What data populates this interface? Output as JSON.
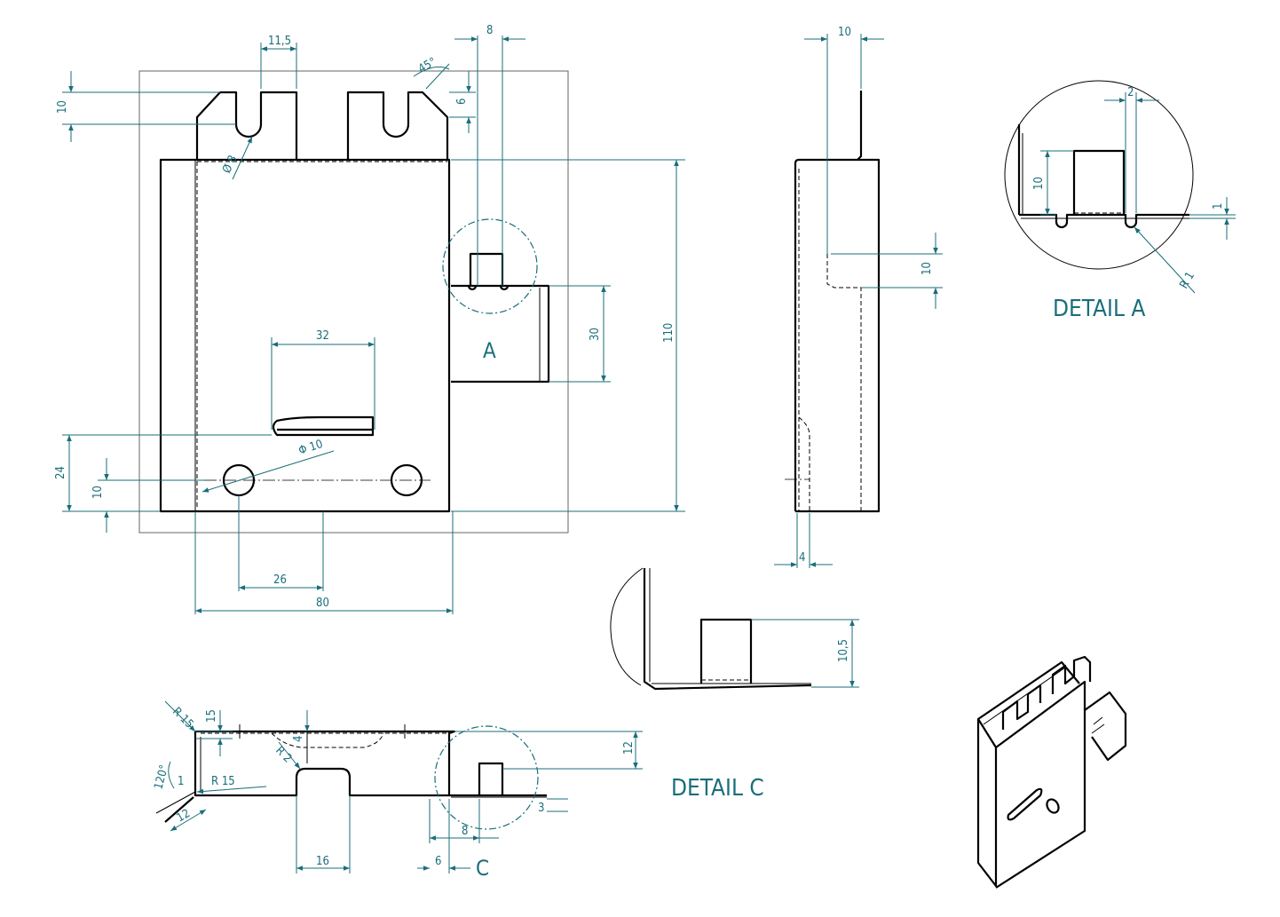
{
  "dimensions": {
    "top_width_slot": "11,5",
    "slot_pitch": "8",
    "chamfer_angle": "45°",
    "tab_height": "10",
    "chamfer_size": "6",
    "slot_diameter": "Ø 8",
    "overall_height": "110",
    "tab_length": "30",
    "slot_length": "32",
    "hole_diameter": "Φ 10",
    "hole_offset_24": "24",
    "hole_offset_10": "10",
    "hole_spacing": "26",
    "overall_width": "80",
    "side_width": "10",
    "side_step": "10",
    "side_thickness": "4",
    "detail_a_gap": "2",
    "detail_a_height": "10",
    "detail_a_thickness": "1",
    "detail_a_radius": "R 1",
    "section_height": "10,5",
    "bottom_r15": "R 15",
    "bottom_15": "15",
    "bottom_r2": "R 2",
    "bottom_4": "4",
    "bottom_12": "12",
    "bottom_angle": "120°",
    "bottom_1": "1",
    "bottom_r15b": "R 15",
    "bottom_12b": "12",
    "bottom_16": "16",
    "bottom_6": "6",
    "bottom_8": "8",
    "bottom_3": "3"
  },
  "labels": {
    "detail_a_marker": "A",
    "detail_a_title": "DETAIL A",
    "detail_c_title": "DETAIL C",
    "section_c_marker": "C"
  },
  "colors": {
    "dimension": "#1a6e7a",
    "outline": "#000000"
  }
}
